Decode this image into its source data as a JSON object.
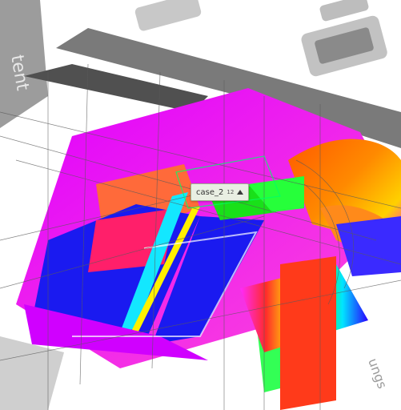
{
  "scene": {
    "title": "3D viewport",
    "label": {
      "name": "case_2",
      "count": "12",
      "icon": "up-arrow-icon"
    },
    "icons": [
      "up-arrow-icon"
    ]
  }
}
